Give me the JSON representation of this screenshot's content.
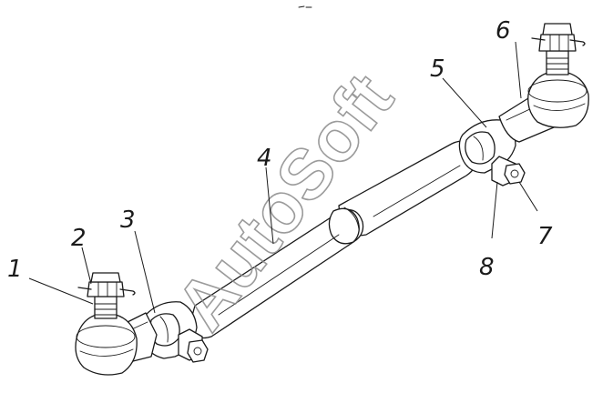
{
  "diagram": {
    "callouts": [
      {
        "id": "1",
        "label": "1"
      },
      {
        "id": "2",
        "label": "2"
      },
      {
        "id": "3",
        "label": "3"
      },
      {
        "id": "4",
        "label": "4"
      },
      {
        "id": "5",
        "label": "5"
      },
      {
        "id": "6",
        "label": "6"
      },
      {
        "id": "7",
        "label": "7"
      },
      {
        "id": "8",
        "label": "8"
      }
    ]
  },
  "watermark": {
    "text": "AutoSoft",
    "color": "#8a8a8a"
  },
  "colors": {
    "line": "#1a1a1a",
    "background": "#ffffff"
  }
}
